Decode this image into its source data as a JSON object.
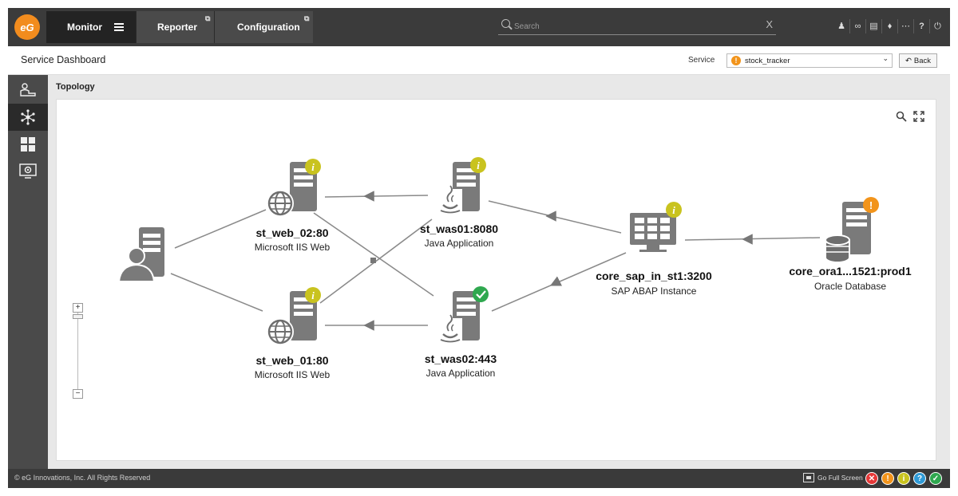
{
  "app": {
    "logo_text": "eG"
  },
  "topbar": {
    "tabs": [
      {
        "label": "Monitor"
      },
      {
        "label": "Reporter"
      },
      {
        "label": "Configuration"
      }
    ],
    "search": {
      "placeholder": "Search",
      "clear": "X"
    },
    "icons": [
      "user-icon",
      "link-icon",
      "chart-icon",
      "bell-icon",
      "more-icon",
      "help-icon",
      "power-icon"
    ]
  },
  "header": {
    "title": "Service Dashboard",
    "service_label": "Service",
    "service_value": "stock_tracker",
    "back_label": "Back"
  },
  "rail": {
    "items": [
      "user-desk-icon",
      "topology-icon",
      "dashboard-grid-icon",
      "monitor-settings-icon"
    ]
  },
  "main": {
    "section_title": "Topology",
    "nodes": [
      {
        "name": "st_web_02:80",
        "type": "Microsoft IIS Web",
        "status": "info"
      },
      {
        "name": "st_web_01:80",
        "type": "Microsoft IIS Web",
        "status": "info"
      },
      {
        "name": "st_was01:8080",
        "type": "Java Application",
        "status": "info"
      },
      {
        "name": "st_was02:443",
        "type": "Java Application",
        "status": "ok"
      },
      {
        "name": "core_sap_in_st1:3200",
        "type": "SAP ABAP Instance",
        "status": "info"
      },
      {
        "name": "core_ora1...1521:prod1",
        "type": "Oracle Database",
        "status": "warning"
      }
    ],
    "zoom": {
      "plus": "+",
      "minus": "−"
    }
  },
  "footer": {
    "copyright": "© eG Innovations, Inc. All Rights Reserved",
    "fullscreen_label": "Go Full Screen",
    "status_colors": {
      "critical": "#e63838",
      "major": "#f2941b",
      "minor": "#c9c31f",
      "unknown": "#2f9ad6",
      "normal": "#2fa84f"
    }
  },
  "colors": {
    "brand": "#f28c1e",
    "info_badge": "#c9c31f",
    "ok_badge": "#2fa84f",
    "warning_badge": "#f2941b",
    "node_gray": "#7a7a7a"
  }
}
